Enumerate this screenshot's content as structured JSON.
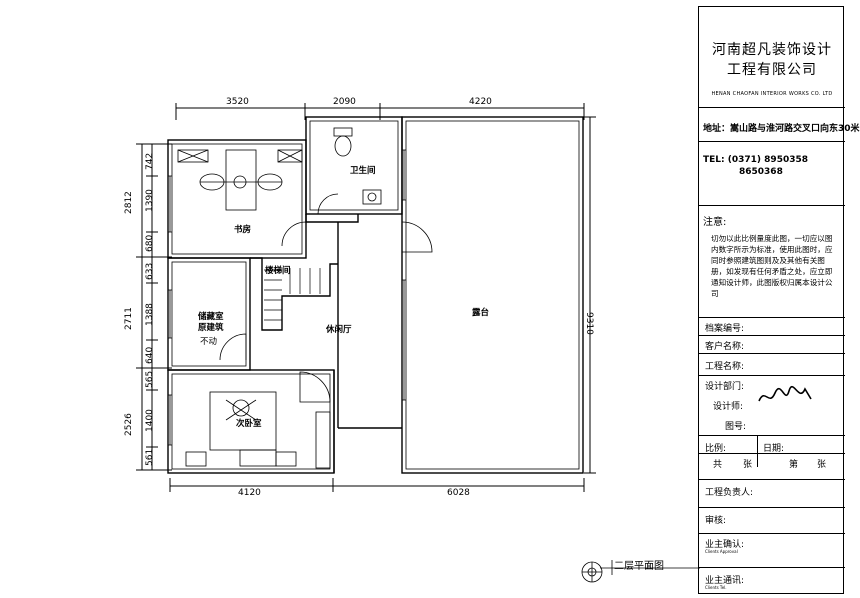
{
  "title_block": {
    "company_line1": "河南超凡装饰设计",
    "company_line2": "工程有限公司",
    "company_en": "HENAN CHAOFAN INTERIOR WORKS CO. LTD",
    "address": "地址：嵩山路与淮河路交叉口向东30米",
    "tel_line1": "TEL: (0371) 8950358",
    "tel_line2": "8650368",
    "notice_heading": "注意:",
    "notice_text": "切勿以此比例量度此图，一切应以图内数字所示为标准，使用此图时，应同时参照建筑图则及及其他有关图册，如发现有任何矛盾之处，应立即通知设计师，此图版权归属本设计公司",
    "fields": {
      "archive_no": "档案编号:",
      "client_name": "客户名称:",
      "project_name": "工程名称:",
      "design_dept": "设计部门:",
      "designer": "设计师:",
      "drawing_no": "图号:",
      "scale": "比例:",
      "date": "日期:",
      "total": "共",
      "sheets1": "张",
      "page": "第",
      "sheets2": "张",
      "project_lead": "工程负责人:",
      "review": "审核:",
      "owner_confirm": "业主确认:",
      "owner_confirm_en": "Clients Approval",
      "owner_notice": "业主通讯:",
      "owner_notice_en": "Clients Tel."
    }
  },
  "plan": {
    "title": "二层平面图",
    "dims_top": [
      "3520",
      "2090",
      "4220"
    ],
    "dims_bottom": [
      "4120",
      "6028"
    ],
    "dims_left": [
      "742",
      "1390",
      "2812",
      "680",
      "633",
      "1388",
      "2711",
      "640",
      "565",
      "1400",
      "2526",
      "561"
    ],
    "dim_right": "9310",
    "rooms": {
      "study": "书房",
      "bathroom": "卫生间",
      "terrace": "露台",
      "storage_line1": "储藏室",
      "storage_line2": "原建筑",
      "storage_line3": "不动",
      "stair_up": "楼梯间",
      "lounge": "休闲厅",
      "second_bedroom": "次卧室"
    }
  }
}
